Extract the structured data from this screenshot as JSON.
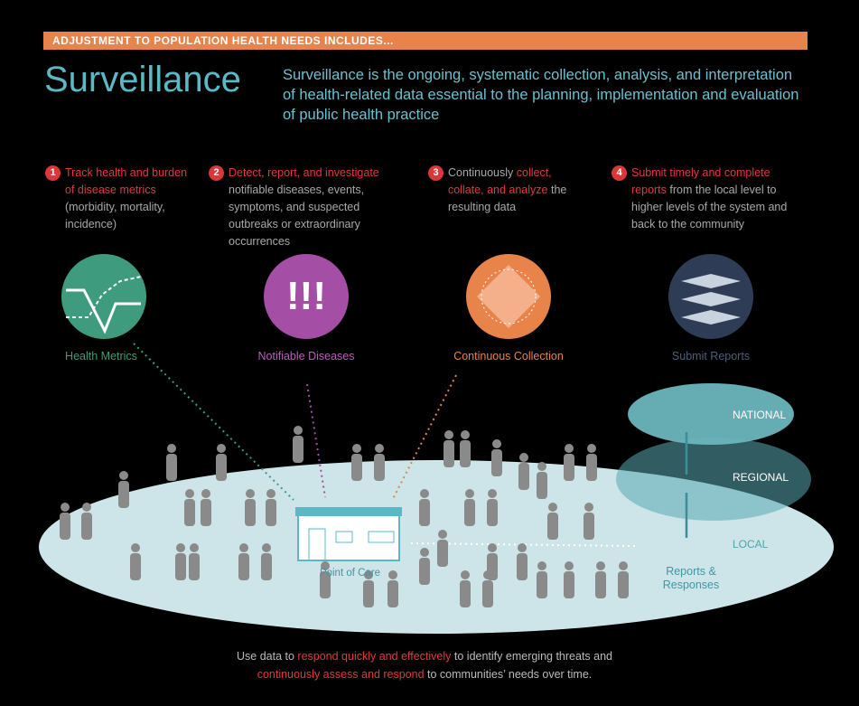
{
  "banner": "ADJUSTMENT TO POPULATION HEALTH NEEDS INCLUDES...",
  "title": "Surveillance",
  "description": "Surveillance is the ongoing, systematic collection, analysis, and interpretation of health-related data essential to the planning, implementation and evaluation of public health practice",
  "steps": [
    {
      "num": "1",
      "red": "Track health and burden of disease metrics",
      "rest": " (morbidity, mortality, incidence)"
    },
    {
      "num": "2",
      "red": "Detect, report, and investigate",
      "rest": " notifiable diseases, events, symptoms, and suspected outbreaks or extraordinary occurrences"
    },
    {
      "num": "3",
      "pre": "Continuously ",
      "red": "collect, collate, and analyze",
      "rest": " the resulting data"
    },
    {
      "num": "4",
      "red": "Submit timely and complete reports",
      "rest": " from the local level to higher levels of the system and back to the community"
    }
  ],
  "icons": [
    {
      "label": "Health Metrics",
      "color": "#3f9b7d"
    },
    {
      "label": "Notifiable Diseases",
      "color": "#a44fa5",
      "glyph": "!!!"
    },
    {
      "label": "Continuous Collection",
      "color": "#e8834a"
    },
    {
      "label": "Submit Reports",
      "color": "#2e3d55"
    }
  ],
  "levels": {
    "national": "NATIONAL",
    "regional": "REGIONAL",
    "local": "LOCAL"
  },
  "point_of_care": "Point of Care",
  "reports": "Reports & Responses",
  "footer": {
    "a": "Use data to ",
    "b": "respond quickly and effectively",
    "c": " to identify emerging threats and ",
    "d": "continuously assess and respond",
    "e": " to communities’ needs over time."
  }
}
